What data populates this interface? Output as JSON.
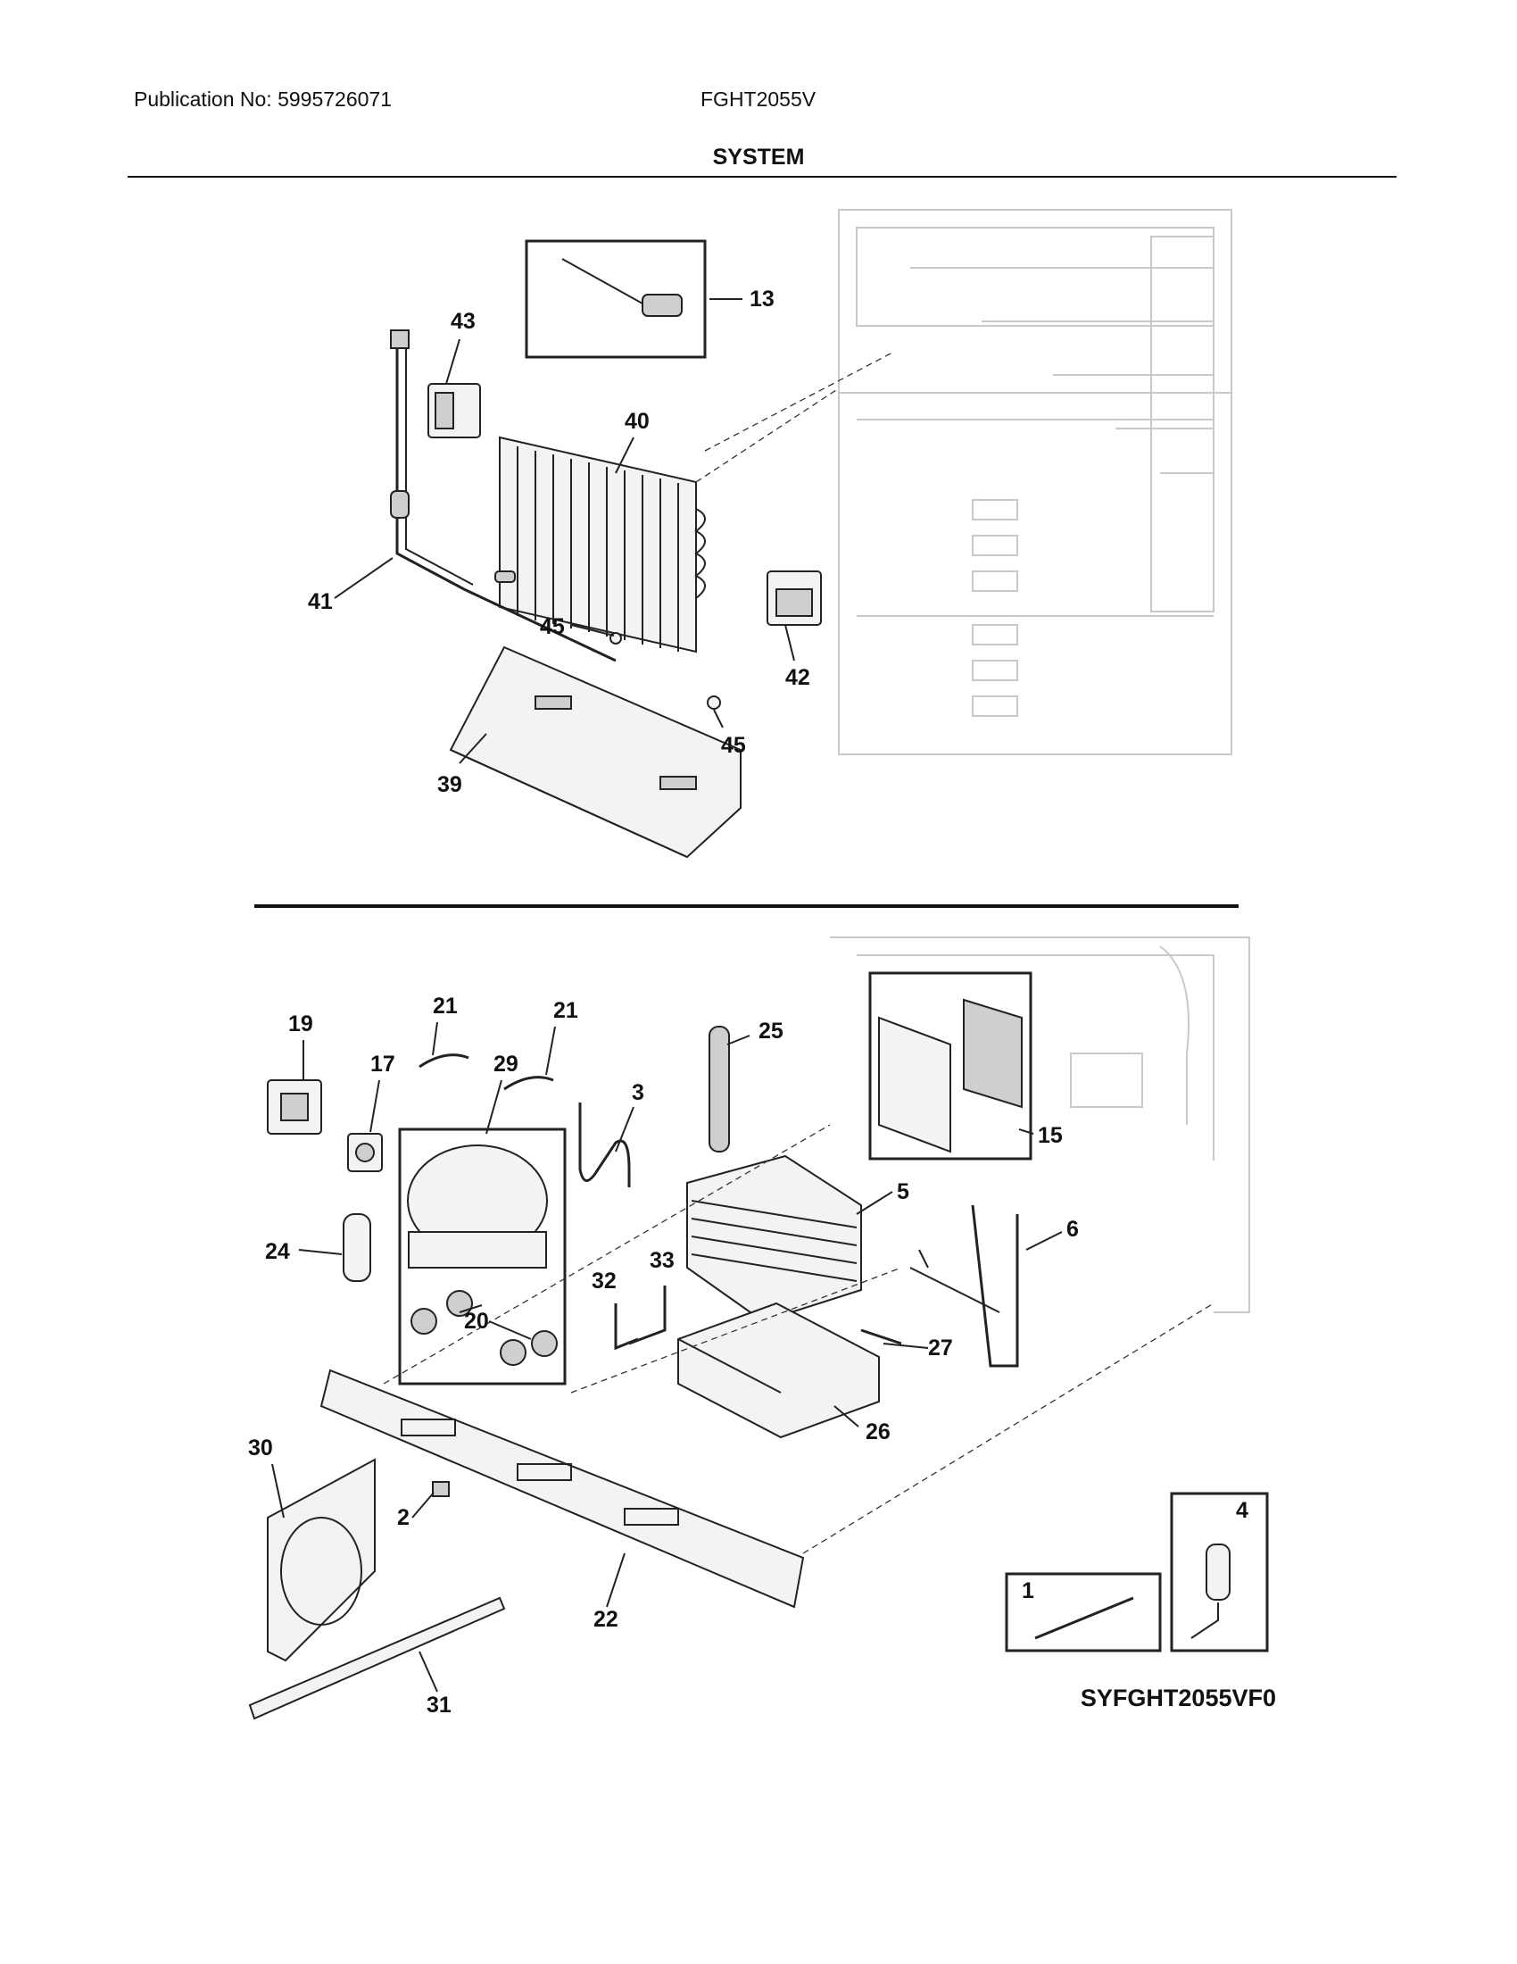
{
  "header": {
    "publication": "Publication No: 5995726071",
    "model": "FGHT2055V"
  },
  "page_title": "SYSTEM",
  "diagram_code": "SYFGHT2055VF0",
  "callouts": {
    "c1": "1",
    "c2": "2",
    "c3": "3",
    "c4": "4",
    "c5": "5",
    "c6": "6",
    "c13": "13",
    "c15": "15",
    "c17": "17",
    "c19": "19",
    "c20": "20",
    "c21a": "21",
    "c21b": "21",
    "c22": "22",
    "c24": "24",
    "c25": "25",
    "c26": "26",
    "c27": "27",
    "c29": "29",
    "c30": "30",
    "c31": "31",
    "c32": "32",
    "c33": "33",
    "c39": "39",
    "c40": "40",
    "c41": "41",
    "c42": "42",
    "c43": "43",
    "c45a": "45",
    "c45b": "45"
  }
}
